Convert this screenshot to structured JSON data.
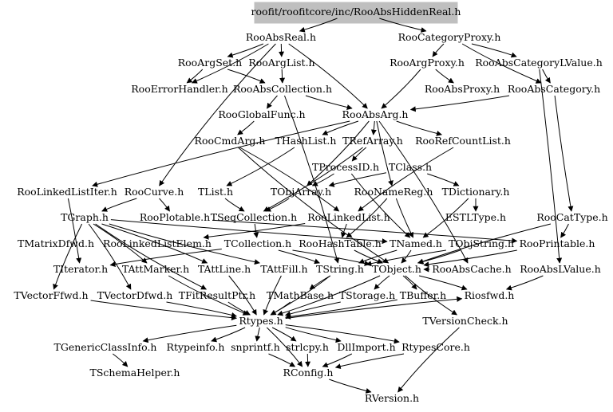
{
  "colors": {
    "background": "#ffffff",
    "edge": "#000000",
    "text": "#000000",
    "root_fill": "#bfbfbf"
  },
  "root": "roofit/roofitcore/inc/RooAbsHiddenReal.h",
  "nodes": [
    {
      "id": "root",
      "label": "roofit/roofitcore/inc/RooAbsHiddenReal.h"
    },
    {
      "id": "absreal",
      "label": "RooAbsReal.h"
    },
    {
      "id": "catproxy",
      "label": "RooCategoryProxy.h"
    },
    {
      "id": "argset",
      "label": "RooArgSet.h"
    },
    {
      "id": "arglist",
      "label": "RooArgList.h"
    },
    {
      "id": "argproxy",
      "label": "RooArgProxy.h"
    },
    {
      "id": "abscatlval",
      "label": "RooAbsCategoryLValue.h"
    },
    {
      "id": "errhandler",
      "label": "RooErrorHandler.h"
    },
    {
      "id": "abscoll",
      "label": "RooAbsCollection.h"
    },
    {
      "id": "absproxy",
      "label": "RooAbsProxy.h"
    },
    {
      "id": "abscat",
      "label": "RooAbsCategory.h"
    },
    {
      "id": "globalfunc",
      "label": "RooGlobalFunc.h"
    },
    {
      "id": "absarg",
      "label": "RooAbsArg.h"
    },
    {
      "id": "cmdarg",
      "label": "RooCmdArg.h"
    },
    {
      "id": "thashlist",
      "label": "THashList.h"
    },
    {
      "id": "trefarray",
      "label": "TRefArray.h"
    },
    {
      "id": "refcountlist",
      "label": "RooRefCountList.h"
    },
    {
      "id": "tprocessid",
      "label": "TProcessID.h"
    },
    {
      "id": "tclass",
      "label": "TClass.h"
    },
    {
      "id": "llistiter",
      "label": "RooLinkedListIter.h"
    },
    {
      "id": "curve",
      "label": "RooCurve.h"
    },
    {
      "id": "tlist",
      "label": "TList.h"
    },
    {
      "id": "tobjarray",
      "label": "TObjArray.h"
    },
    {
      "id": "namereg",
      "label": "RooNameReg.h"
    },
    {
      "id": "tdictionary",
      "label": "TDictionary.h"
    },
    {
      "id": "tgraph",
      "label": "TGraph.h"
    },
    {
      "id": "plotable",
      "label": "RooPlotable.h"
    },
    {
      "id": "tseqcoll",
      "label": "TSeqCollection.h"
    },
    {
      "id": "linkedlist",
      "label": "RooLinkedList.h"
    },
    {
      "id": "esltype",
      "label": "ESTLType.h"
    },
    {
      "id": "cattype",
      "label": "RooCatType.h"
    },
    {
      "id": "tmatrixdfwd",
      "label": "TMatrixDfwd.h"
    },
    {
      "id": "llistelem",
      "label": "RooLinkedListElem.h"
    },
    {
      "id": "tcollection",
      "label": "TCollection.h"
    },
    {
      "id": "hashtable",
      "label": "RooHashTable.h"
    },
    {
      "id": "tnamed",
      "label": "TNamed.h"
    },
    {
      "id": "tobjstring",
      "label": "TObjString.h"
    },
    {
      "id": "printable",
      "label": "RooPrintable.h"
    },
    {
      "id": "titerator",
      "label": "TIterator.h"
    },
    {
      "id": "tattmarker",
      "label": "TAttMarker.h"
    },
    {
      "id": "tattline",
      "label": "TAttLine.h"
    },
    {
      "id": "tattfill",
      "label": "TAttFill.h"
    },
    {
      "id": "tstring",
      "label": "TString.h"
    },
    {
      "id": "tobject",
      "label": "TObject.h"
    },
    {
      "id": "abscache",
      "label": "RooAbsCache.h"
    },
    {
      "id": "abslvalue",
      "label": "RooAbsLValue.h"
    },
    {
      "id": "tvectorffwd",
      "label": "TVectorFfwd.h"
    },
    {
      "id": "tvectordfwd",
      "label": "TVectorDfwd.h"
    },
    {
      "id": "tfitresultptr",
      "label": "TFitResultPtr.h"
    },
    {
      "id": "tmathbase",
      "label": "TMathBase.h"
    },
    {
      "id": "tstorage",
      "label": "TStorage.h"
    },
    {
      "id": "tbuffer",
      "label": "TBuffer.h"
    },
    {
      "id": "riosfwd",
      "label": "Riosfwd.h"
    },
    {
      "id": "rtypes",
      "label": "Rtypes.h"
    },
    {
      "id": "tversioncheck",
      "label": "TVersionCheck.h"
    },
    {
      "id": "tgenericclassinfo",
      "label": "TGenericClassInfo.h"
    },
    {
      "id": "rtypeinfo",
      "label": "Rtypeinfo.h"
    },
    {
      "id": "snprintf",
      "label": "snprintf.h"
    },
    {
      "id": "strlcpy",
      "label": "strlcpy.h"
    },
    {
      "id": "dllimport",
      "label": "DllImport.h"
    },
    {
      "id": "rtypescore",
      "label": "RtypesCore.h"
    },
    {
      "id": "tschemahelper",
      "label": "TSchemaHelper.h"
    },
    {
      "id": "rconfig",
      "label": "RConfig.h"
    },
    {
      "id": "rversion",
      "label": "RVersion.h"
    }
  ],
  "edges": [
    [
      "root",
      "absreal"
    ],
    [
      "root",
      "catproxy"
    ],
    [
      "absreal",
      "argset"
    ],
    [
      "absreal",
      "arglist"
    ],
    [
      "absreal",
      "absarg"
    ],
    [
      "absreal",
      "curve"
    ],
    [
      "absreal",
      "errhandler"
    ],
    [
      "catproxy",
      "argproxy"
    ],
    [
      "catproxy",
      "abscatlval"
    ],
    [
      "catproxy",
      "abscat"
    ],
    [
      "argset",
      "abscoll"
    ],
    [
      "arglist",
      "abscoll"
    ],
    [
      "argset",
      "errhandler"
    ],
    [
      "argproxy",
      "absproxy"
    ],
    [
      "argproxy",
      "absarg"
    ],
    [
      "abscatlval",
      "abscat"
    ],
    [
      "abscatlval",
      "abslvalue"
    ],
    [
      "abscoll",
      "absarg"
    ],
    [
      "abscoll",
      "tstring"
    ],
    [
      "abscoll",
      "globalfunc"
    ],
    [
      "abscat",
      "absarg"
    ],
    [
      "abscat",
      "cattype"
    ],
    [
      "globalfunc",
      "cmdarg"
    ],
    [
      "absarg",
      "thashlist"
    ],
    [
      "absarg",
      "trefarray"
    ],
    [
      "absarg",
      "refcountlist"
    ],
    [
      "absarg",
      "tobjarray"
    ],
    [
      "absarg",
      "namereg"
    ],
    [
      "absarg",
      "abscache"
    ],
    [
      "absarg",
      "llistiter"
    ],
    [
      "cmdarg",
      "linkedlist"
    ],
    [
      "cmdarg",
      "tobject"
    ],
    [
      "thashlist",
      "tlist"
    ],
    [
      "trefarray",
      "tprocessid"
    ],
    [
      "trefarray",
      "tseqcoll"
    ],
    [
      "refcountlist",
      "linkedlist"
    ],
    [
      "tprocessid",
      "tobjarray"
    ],
    [
      "tprocessid",
      "tnamed"
    ],
    [
      "tclass",
      "tdictionary"
    ],
    [
      "tclass",
      "tobjarray"
    ],
    [
      "llistiter",
      "titerator"
    ],
    [
      "curve",
      "tgraph"
    ],
    [
      "curve",
      "plotable"
    ],
    [
      "tlist",
      "tseqcoll"
    ],
    [
      "tobjarray",
      "tseqcoll"
    ],
    [
      "namereg",
      "tnamed"
    ],
    [
      "namereg",
      "hashtable"
    ],
    [
      "tdictionary",
      "esltype"
    ],
    [
      "tdictionary",
      "tnamed"
    ],
    [
      "tgraph",
      "tnamed"
    ],
    [
      "tgraph",
      "tattline"
    ],
    [
      "tgraph",
      "tattfill"
    ],
    [
      "tgraph",
      "tattmarker"
    ],
    [
      "tgraph",
      "tvectorffwd"
    ],
    [
      "tgraph",
      "tvectordfwd"
    ],
    [
      "tgraph",
      "tfitresultptr"
    ],
    [
      "plotable",
      "printable"
    ],
    [
      "tseqcoll",
      "tcollection"
    ],
    [
      "linkedlist",
      "llistelem"
    ],
    [
      "linkedlist",
      "hashtable"
    ],
    [
      "cattype",
      "printable"
    ],
    [
      "cattype",
      "tobject"
    ],
    [
      "tcollection",
      "tobject"
    ],
    [
      "tcollection",
      "titerator"
    ],
    [
      "tcollection",
      "tstring"
    ],
    [
      "hashtable",
      "tobject"
    ],
    [
      "tnamed",
      "tobject"
    ],
    [
      "tnamed",
      "tstring"
    ],
    [
      "tobjstring",
      "tobject"
    ],
    [
      "tobjstring",
      "tstring"
    ],
    [
      "printable",
      "tobject"
    ],
    [
      "tattmarker",
      "rtypes"
    ],
    [
      "tattline",
      "rtypes"
    ],
    [
      "tattfill",
      "rtypes"
    ],
    [
      "tstring",
      "rtypes"
    ],
    [
      "tstring",
      "tmathbase"
    ],
    [
      "tobject",
      "rtypes"
    ],
    [
      "tobject",
      "tstorage"
    ],
    [
      "tobject",
      "tbuffer"
    ],
    [
      "tobject",
      "tversioncheck"
    ],
    [
      "tobject",
      "riosfwd"
    ],
    [
      "abscache",
      "tobject"
    ],
    [
      "abslvalue",
      "riosfwd"
    ],
    [
      "tvectorffwd",
      "rtypes"
    ],
    [
      "tvectordfwd",
      "rtypes"
    ],
    [
      "tfitresultptr",
      "rtypes"
    ],
    [
      "tmathbase",
      "rtypes"
    ],
    [
      "tstorage",
      "rtypes"
    ],
    [
      "tbuffer",
      "rtypes"
    ],
    [
      "rtypes",
      "tgenericclassinfo"
    ],
    [
      "rtypes",
      "rtypeinfo"
    ],
    [
      "rtypes",
      "snprintf"
    ],
    [
      "rtypes",
      "strlcpy"
    ],
    [
      "rtypes",
      "dllimport"
    ],
    [
      "rtypes",
      "rtypescore"
    ],
    [
      "rtypes",
      "riosfwd"
    ],
    [
      "rtypes",
      "rconfig"
    ],
    [
      "tversioncheck",
      "rversion"
    ],
    [
      "tgenericclassinfo",
      "tschemahelper"
    ],
    [
      "rtypescore",
      "rconfig"
    ],
    [
      "snprintf",
      "rconfig"
    ],
    [
      "strlcpy",
      "rconfig"
    ],
    [
      "dllimport",
      "rconfig"
    ],
    [
      "rconfig",
      "rversion"
    ]
  ]
}
